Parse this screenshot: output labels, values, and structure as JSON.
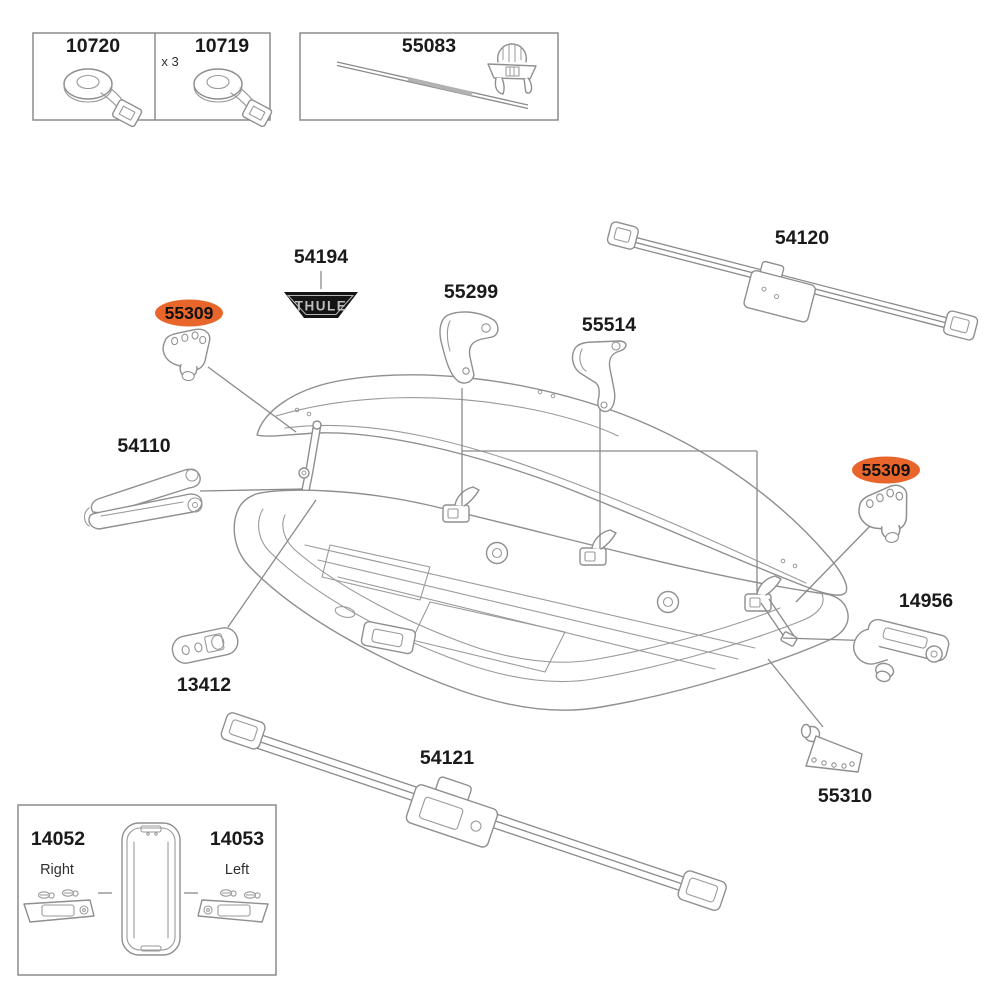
{
  "colors": {
    "highlight": "#E8662B",
    "badge_background": "#141414",
    "badge_letters": "#BDBDBD"
  },
  "top_left_box": {
    "cells": [
      {
        "part_number": "10720"
      },
      {
        "part_number": "10719",
        "quantity": "x 3"
      }
    ]
  },
  "top_center_box": {
    "part_number": "55083"
  },
  "brand_badge": {
    "part_number": "54194",
    "logo_text": "THULE"
  },
  "highlights": {
    "left": {
      "part_number": "55309"
    },
    "right": {
      "part_number": "55309"
    }
  },
  "part_labels": {
    "p55299": "55299",
    "p55514": "55514",
    "p54120": "54120",
    "p54110": "54110",
    "p13412": "13412",
    "p54121": "54121",
    "p55310": "55310",
    "p14956": "14956"
  },
  "bottom_left_box": {
    "right_part": {
      "part_number": "14052",
      "side": "Right"
    },
    "left_part": {
      "part_number": "14053",
      "side": "Left"
    }
  }
}
